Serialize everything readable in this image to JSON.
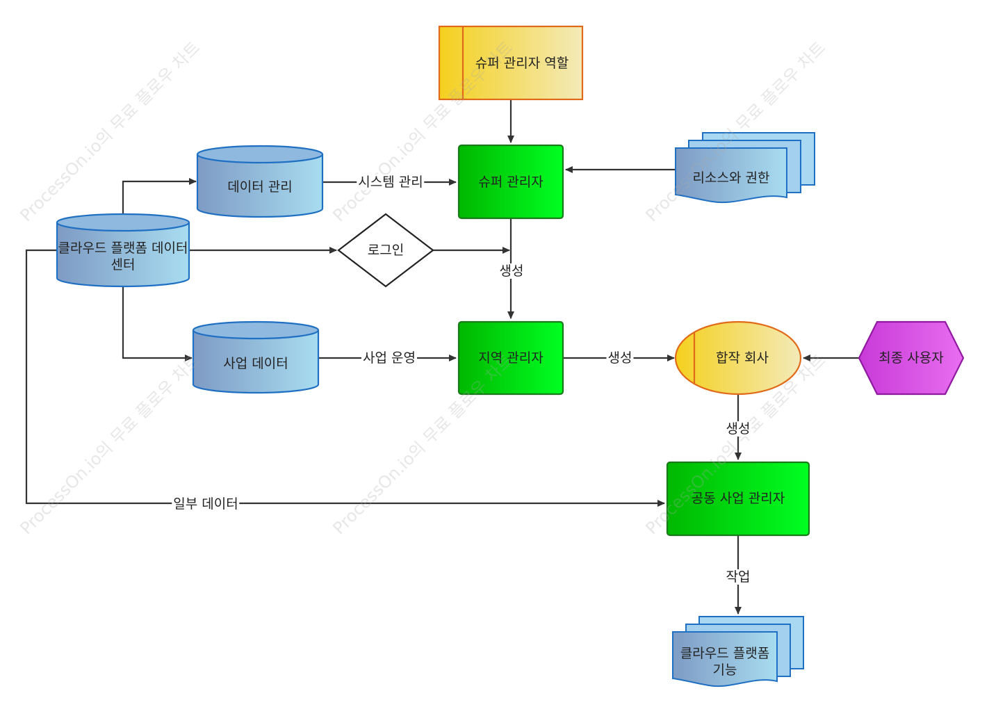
{
  "watermark": "ProcessOn.io의 무료 플로우 차트",
  "nodes": {
    "super_admin_role": "슈퍼 관리자 역할",
    "super_admin": "슈퍼 관리자",
    "resources": "리소스와 권한",
    "data_mgmt": "데이터 관리",
    "cloud_dc": "클라우드 플랫폼 데이터 센터",
    "login": "로그인",
    "biz_data": "사업 데이터",
    "region_admin": "지역 관리자",
    "jv_company": "합작 회사",
    "end_user": "최종 사용자",
    "joint_admin": "공동 사업 관리자",
    "cloud_features": "클라우드 플랫폼 기능"
  },
  "edges": {
    "system_mgmt": "시스템 관리",
    "create_1": "생성",
    "biz_ops": "사업 운영",
    "create_2": "생성",
    "create_3": "생성",
    "partial_data": "일부 데이터",
    "work": "작업"
  },
  "colors": {
    "process_green": "#00e600",
    "process_border": "#1a7a1a",
    "db_blue": "#9dc8e6",
    "db_border": "#1f6fc2",
    "role_yellow": "#f5d01e",
    "role_border": "#e06a1a",
    "end_user_purple": "#d43fe0",
    "end_user_border": "#8f1aa0",
    "edge": "#333333"
  }
}
